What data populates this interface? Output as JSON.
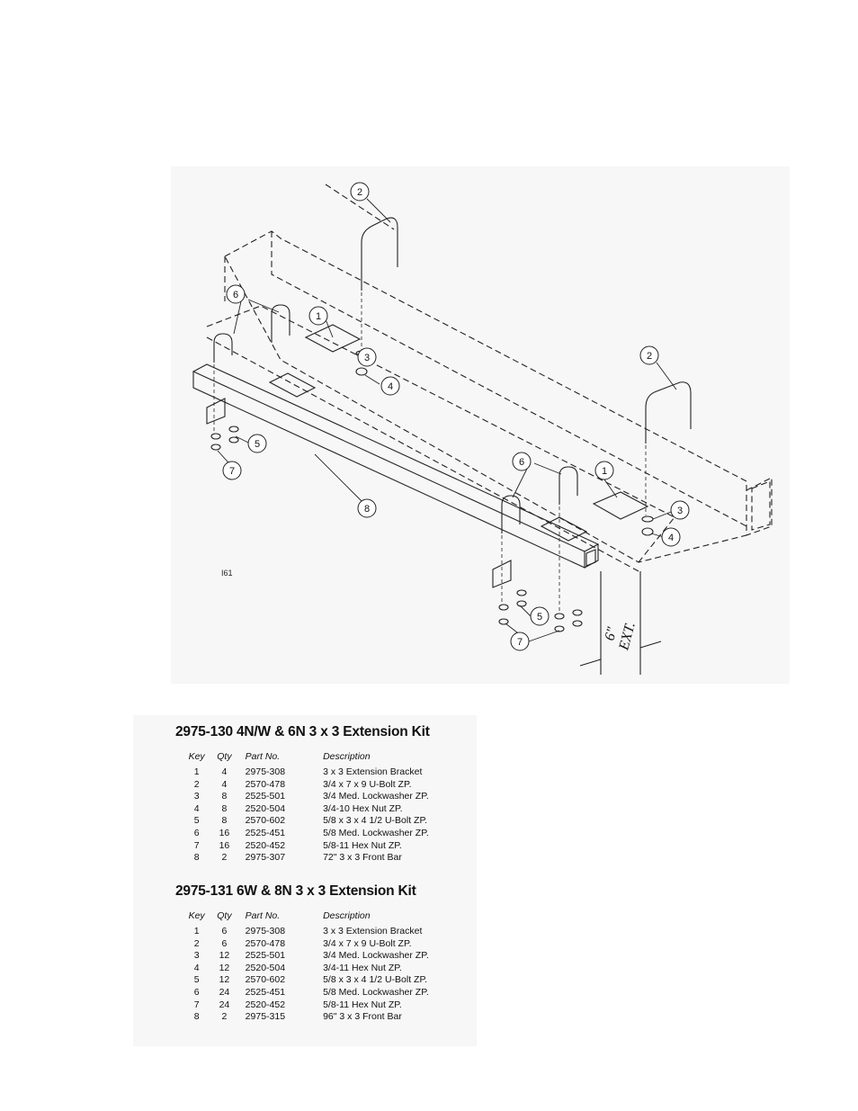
{
  "figure": {
    "drawing_code": "I61",
    "extension_label": {
      "line1": "6\"",
      "line2": "EXT."
    },
    "callouts": [
      "1",
      "1",
      "2",
      "2",
      "3",
      "3",
      "4",
      "4",
      "5",
      "5",
      "6",
      "6",
      "7",
      "7",
      "8"
    ]
  },
  "kits": [
    {
      "title": "2975-130 4N/W & 6N 3 x 3 Extension Kit",
      "headers": {
        "key": "Key",
        "qty": "Qty",
        "part": "Part No.",
        "desc": "Description"
      },
      "rows": [
        {
          "key": "1",
          "qty": "4",
          "part": "2975-308",
          "desc": "3 x 3 Extension Bracket"
        },
        {
          "key": "2",
          "qty": "4",
          "part": "2570-478",
          "desc": "3/4 x 7 x 9 U-Bolt ZP."
        },
        {
          "key": "3",
          "qty": "8",
          "part": "2525-501",
          "desc": "3/4 Med. Lockwasher ZP."
        },
        {
          "key": "4",
          "qty": "8",
          "part": "2520-504",
          "desc": "3/4-10 Hex Nut ZP."
        },
        {
          "key": "5",
          "qty": "8",
          "part": "2570-602",
          "desc": "5/8 x 3 x 4 1/2 U-Bolt ZP."
        },
        {
          "key": "6",
          "qty": "16",
          "part": "2525-451",
          "desc": "5/8 Med. Lockwasher ZP."
        },
        {
          "key": "7",
          "qty": "16",
          "part": "2520-452",
          "desc": "5/8-11 Hex Nut ZP."
        },
        {
          "key": "8",
          "qty": "2",
          "part": "2975-307",
          "desc": "72\" 3 x 3 Front Bar"
        }
      ]
    },
    {
      "title": "2975-131 6W & 8N 3 x 3 Extension Kit",
      "headers": {
        "key": "Key",
        "qty": "Qty",
        "part": "Part No.",
        "desc": "Description"
      },
      "rows": [
        {
          "key": "1",
          "qty": "6",
          "part": "2975-308",
          "desc": "3 x 3 Extension Bracket"
        },
        {
          "key": "2",
          "qty": "6",
          "part": "2570-478",
          "desc": "3/4 x 7 x 9 U-Bolt ZP."
        },
        {
          "key": "3",
          "qty": "12",
          "part": "2525-501",
          "desc": "3/4 Med. Lockwasher ZP."
        },
        {
          "key": "4",
          "qty": "12",
          "part": "2520-504",
          "desc": "3/4-11 Hex Nut ZP."
        },
        {
          "key": "5",
          "qty": "12",
          "part": "2570-602",
          "desc": "5/8 x 3 x 4 1/2 U-Bolt ZP."
        },
        {
          "key": "6",
          "qty": "24",
          "part": "2525-451",
          "desc": "5/8 Med. Lockwasher ZP."
        },
        {
          "key": "7",
          "qty": "24",
          "part": "2520-452",
          "desc": "5/8-11 Hex Nut ZP."
        },
        {
          "key": "8",
          "qty": "2",
          "part": "2975-315",
          "desc": "96\" 3 x 3 Front Bar"
        }
      ]
    }
  ]
}
